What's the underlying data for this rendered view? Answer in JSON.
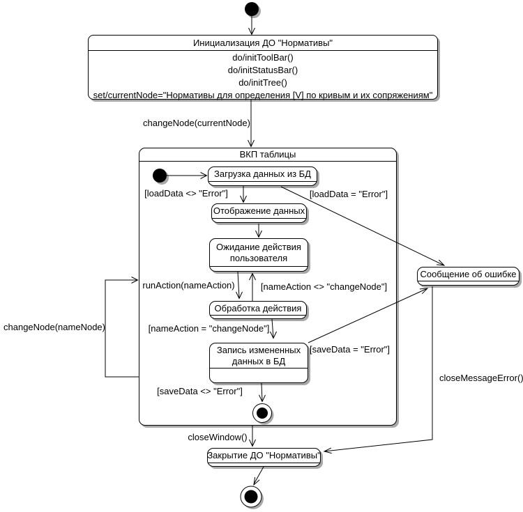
{
  "diagram": {
    "type": "uml-statechart",
    "colors": {
      "background": "#ffffff",
      "line": "#000000",
      "state_fill": "#ffffff",
      "shadow": "#a8a8a8"
    },
    "states": {
      "init": {
        "title": "Инициализация ДО \"Нормативы\"",
        "actions": [
          "do/initToolBar()",
          "do/initStatusBar()",
          "do/initTree()",
          "set/currentNode=\"Нормативы для определения [V] по кривым и их сопряжениям\""
        ]
      },
      "vkp": {
        "title": "ВКП таблицы"
      },
      "load": {
        "title": "Загрузка данных из БД"
      },
      "display": {
        "title": "Отображение данных"
      },
      "wait": {
        "lines": [
          "Ожидание действия",
          "пользователя"
        ]
      },
      "process": {
        "title": "Обработка действия"
      },
      "save": {
        "lines": [
          "Запись измененных",
          "данных в БД"
        ]
      },
      "error": {
        "title": "Сообщение об ошибке"
      },
      "close": {
        "title": "Закрытие ДО \"Нормативы\""
      }
    },
    "transitions": {
      "changeNode_currentNode": "changeNode(currentNode)",
      "loadData_ok": "[loadData <> \"Error\"]",
      "loadData_error": "[loadData = \"Error\"]",
      "runAction": "runAction(nameAction)",
      "nameAction_neq": "[nameAction <> \"changeNode\"]",
      "nameAction_eq": "[nameAction = \"changeNode\"]",
      "saveData_error": "[saveData = \"Error\"]",
      "saveData_ok": "[saveData <> \"Error\"]",
      "changeNode_nameNode": "changeNode(nameNode)",
      "closeWindow": "closeWindow()",
      "closeMessageError": "closeMessageError()"
    }
  }
}
